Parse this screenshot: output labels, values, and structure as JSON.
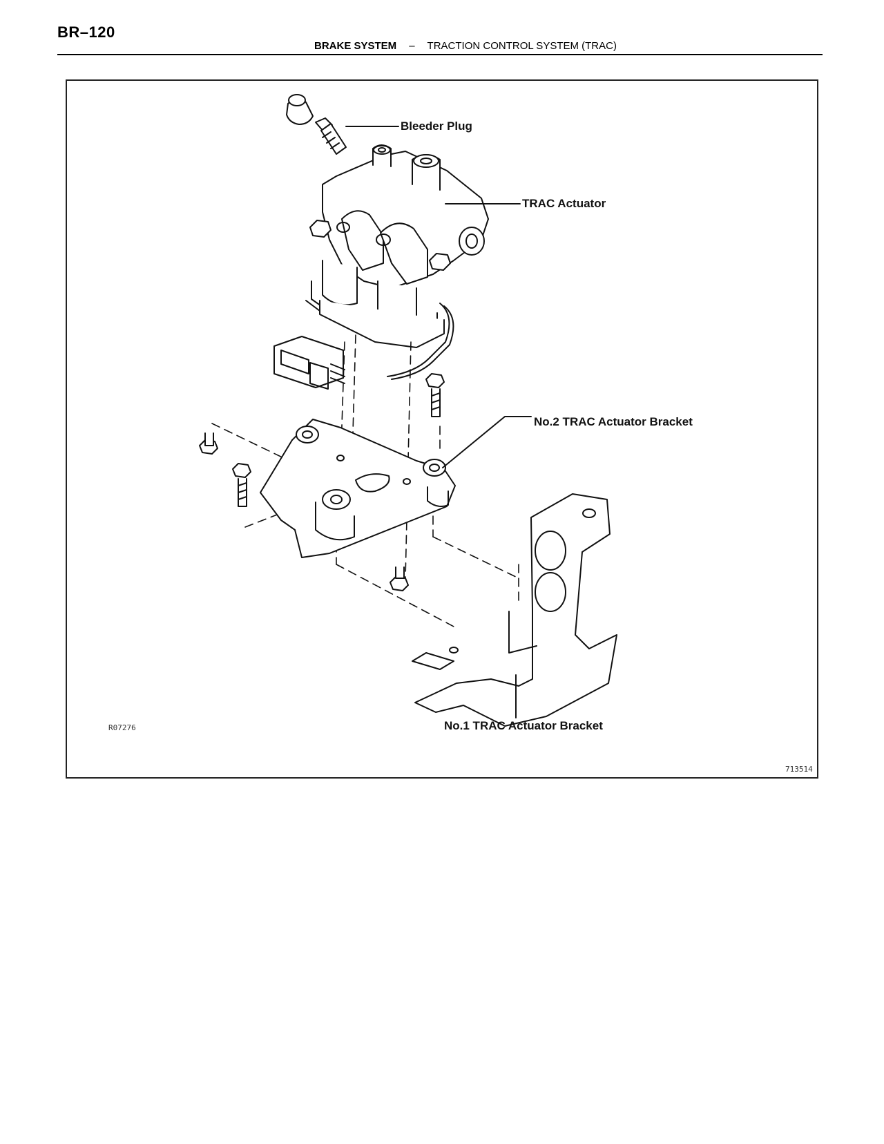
{
  "header": {
    "page_number": "BR–120",
    "section": "BRAKE SYSTEM",
    "separator": "–",
    "subsection": "TRACTION CONTROL SYSTEM (TRAC)"
  },
  "figure": {
    "labels": {
      "bleeder_plug": "Bleeder Plug",
      "trac_actuator": "TRAC Actuator",
      "no2_bracket": "No.2 TRAC Actuator Bracket",
      "no1_bracket": "No.1 TRAC Actuator Bracket"
    },
    "figure_code": "R07276",
    "corner_code": "713514"
  }
}
